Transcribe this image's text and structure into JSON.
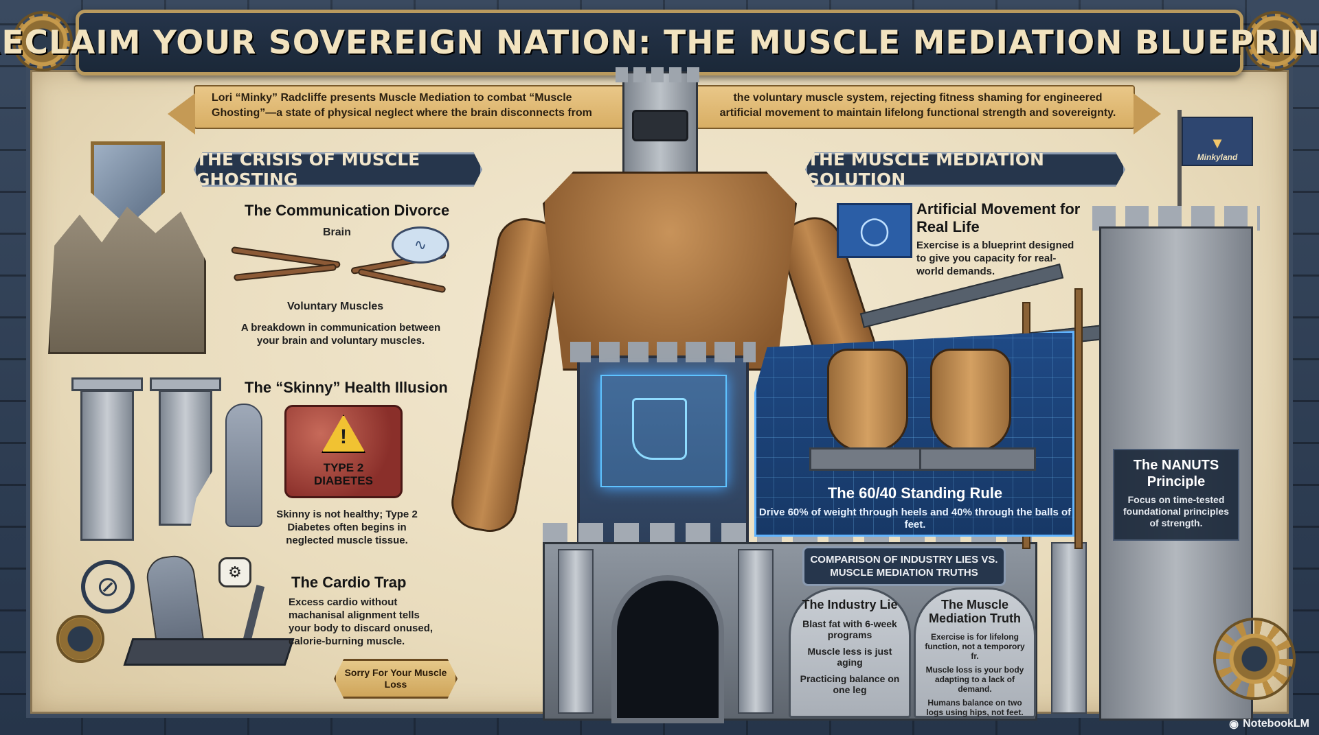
{
  "title": "RECLAIM YOUR SOVEREIGN NATION: THE MUSCLE MEDIATION BLUEPRINT",
  "intro": {
    "left": "Lori “Minky” Radcliffe presents Muscle Mediation to combat “Muscle Ghosting”—a state of physical neglect where the brain disconnects from",
    "right": "the voluntary muscle system, rejecting fitness shaming for engineered artificial movement to maintain lifelong functional strength and sovereignty."
  },
  "crisis": {
    "header": "THE CRISIS OF MUSCLE GHOSTING",
    "divorce": {
      "title": "The Communication Divorce",
      "label_top": "Brain",
      "label_bottom": "Voluntary Muscles",
      "text": "A breakdown in communication between your brain and voluntary muscles."
    },
    "skinny": {
      "title": "The “Skinny” Health Illusion",
      "warning": "TYPE 2 DIABETES",
      "text": "Skinny is not healthy; Type 2 Diabetes often begins in neglected muscle tissue."
    },
    "cardio": {
      "title": "The Cardio Trap",
      "text": "Excess cardio without machanisal alignment tells your body to discard onused, calorie-burning muscle.",
      "sign": "Sorry For Your Muscle Loss"
    }
  },
  "solution": {
    "header": "THE MUSCLE MEDIATION SOLUTION",
    "artificial": {
      "title": "Artificial Movement for Real Life",
      "text": "Exercise is a blueprint designed to give you capacity for real-world demands."
    },
    "standing": {
      "title": "The 60/40 Standing Rule",
      "text": "Drive 60% of weight through heels and 40% through the balls of feet."
    },
    "nanuts": {
      "title": "The NANUTS Principle",
      "text": "Focus on time-tested foundational principles of strength."
    },
    "flag": "Minkyland"
  },
  "comparison": {
    "header": "COMPARISON OF INDUSTRY LIES VS. MUSCLE MEDIATION TRUTHS",
    "lie": {
      "title": "The Industry Lie",
      "items": [
        "Blast fat with 6-week programs",
        "Muscle less is just aging",
        "Practicing balance on one leg"
      ]
    },
    "truth": {
      "title": "The Muscle Mediation Truth",
      "items": [
        "Exercise is for lifelong function, not a temporory fr.",
        "Muscle loss is your body adapting to a lack of demand.",
        "Humans balance on two logs using hips, not feet."
      ]
    }
  },
  "watermark": "NotebookLM"
}
